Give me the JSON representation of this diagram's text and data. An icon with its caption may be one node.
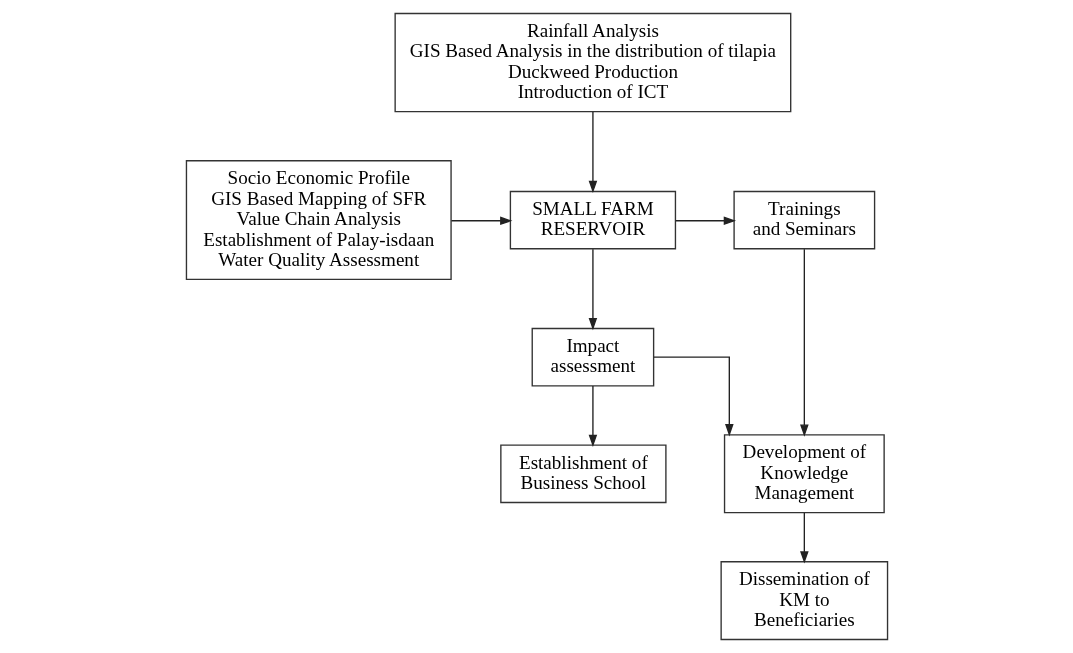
{
  "diagram": {
    "nodes": [
      {
        "text": [
          "Rainfall Analysis",
          "GIS Based Analysis in the distribution of tilapia",
          "Duckweed Production",
          "Introduction of ICT"
        ]
      },
      {
        "text": [
          "Socio Economic Profile",
          "GIS Based Mapping of SFR",
          "Value Chain Analysis",
          "Establishment of Palay-isdaan",
          "Water Quality Assessment"
        ]
      },
      {
        "text": [
          "SMALL FARM RESERVOIR"
        ]
      },
      {
        "text": [
          "Trainings and Seminars"
        ]
      },
      {
        "text": [
          "Impact assessment"
        ]
      },
      {
        "text": [
          "Development of Knowledge Management"
        ]
      },
      {
        "text": [
          "Establishment of Business School"
        ]
      },
      {
        "text": [
          "Dissemination of KM to Beneficiaries"
        ]
      }
    ],
    "edges": [
      {
        "from": 0,
        "to": 2,
        "arrow": "to"
      },
      {
        "from": 1,
        "to": 2,
        "arrow": "to"
      },
      {
        "from": 2,
        "to": 3,
        "arrow": "to"
      },
      {
        "from": 3,
        "to": 5,
        "arrow": "to"
      },
      {
        "from": 2,
        "to": 4,
        "arrow": "to"
      },
      {
        "from": 4,
        "to": 5,
        "arrow": "to"
      },
      {
        "from": 4,
        "to": 6,
        "arrow": "to"
      },
      {
        "from": 5,
        "to": 7,
        "arrow": "to"
      }
    ]
  }
}
